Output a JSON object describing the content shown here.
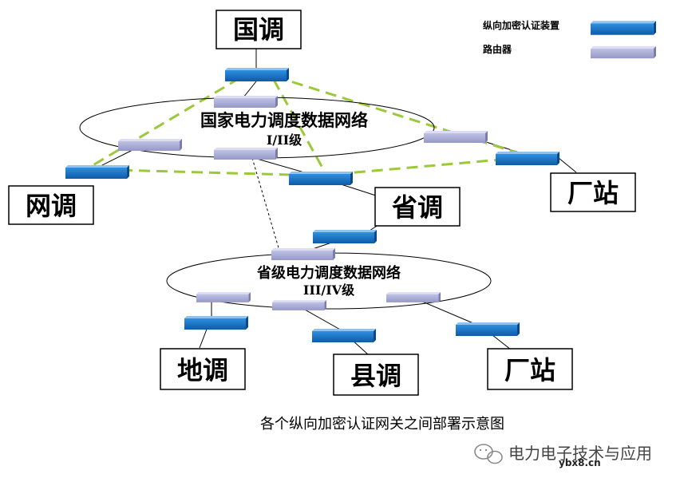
{
  "legend": {
    "encryption_device": "纵向加密认证装置",
    "router": "路由器"
  },
  "nodes": {
    "national_dispatch": "国调",
    "network_dispatch": "网调",
    "provincial_dispatch": "省调",
    "plant_station_upper": "厂站",
    "prefecture_dispatch": "地调",
    "county_dispatch": "县调",
    "plant_station_lower": "厂站"
  },
  "networks": {
    "national": {
      "title": "国家电力调度数据网络",
      "level": "I/II级"
    },
    "provincial": {
      "title": "省级电力调度数据网络",
      "level": "III/IV级"
    }
  },
  "caption": "各个纵向加密认证网关之间部署示意图",
  "watermark": {
    "account": "电力电子技术与应用",
    "site": "ybx8.cn"
  },
  "colors": {
    "encryption_device": "#1A6FBF",
    "router": "#A3A6CF",
    "tunnel_line": "#9BC93A"
  }
}
